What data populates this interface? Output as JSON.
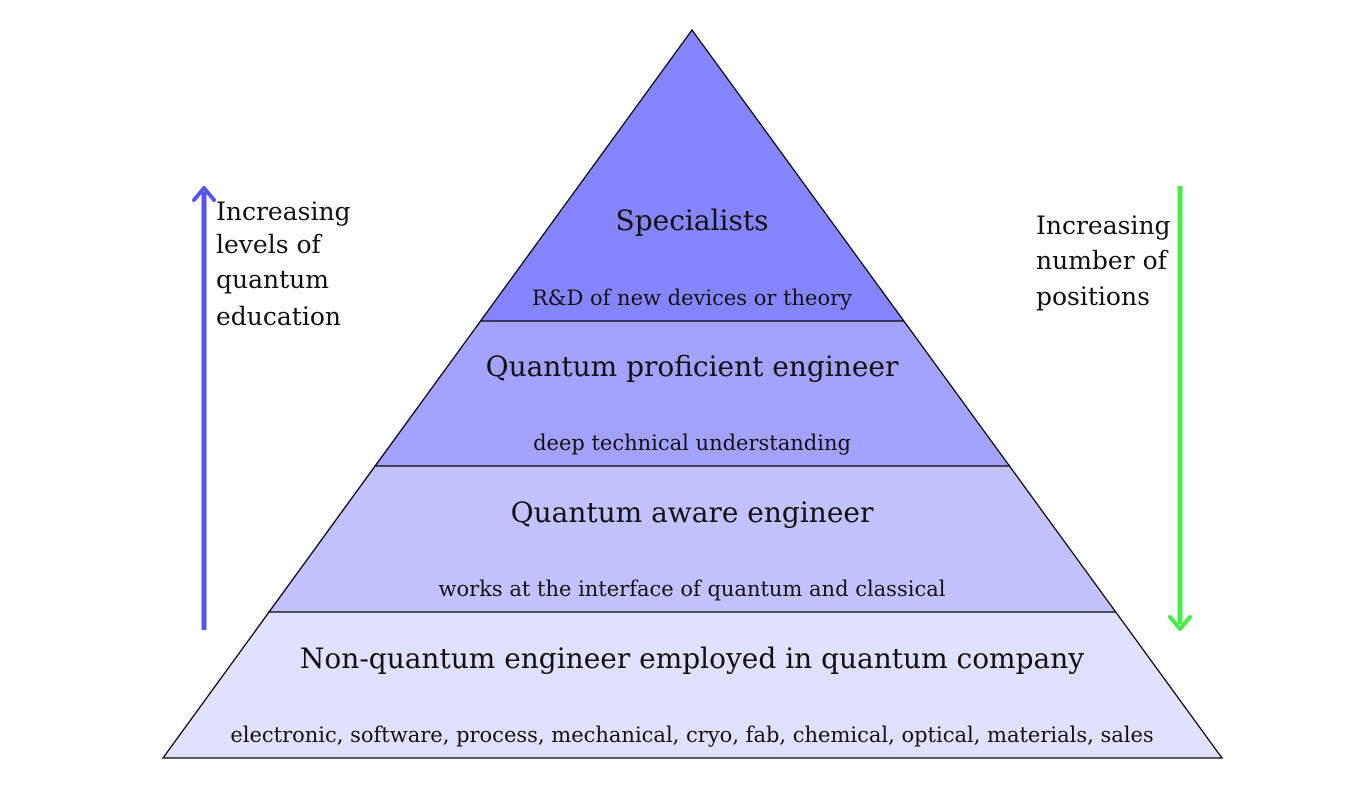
{
  "pyramid": {
    "levels": [
      {
        "title": "Specialists",
        "subtitle": "R&D of new devices or theory",
        "color": "#8585ff"
      },
      {
        "title": "Quantum proficient engineer",
        "subtitle": "deep technical understanding",
        "color": "#a3a3ff"
      },
      {
        "title": "Quantum aware engineer",
        "subtitle": "works at the interface of quantum and classical",
        "color": "#c2c2ff"
      },
      {
        "title": "Non-quantum engineer employed in quantum company",
        "subtitle": "electronic, software, process, mechanical, cryo, fab, chemical, optical, materials, sales",
        "color": "#e0e0ff"
      }
    ]
  },
  "left_annotation": {
    "lines": [
      "Increasing",
      "levels of",
      "quantum",
      "education"
    ],
    "arrow_color": "#5555ee",
    "direction": "up"
  },
  "right_annotation": {
    "lines": [
      "Increasing",
      "number of",
      "positions"
    ],
    "arrow_color": "#44ee44",
    "direction": "down"
  }
}
